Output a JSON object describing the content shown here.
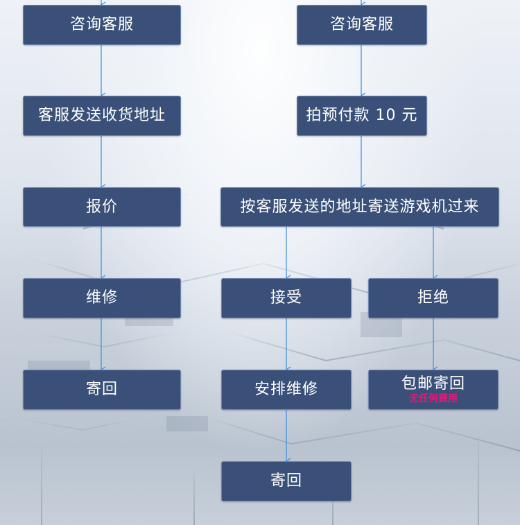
{
  "colors": {
    "node_fill": "#3a5078",
    "node_border": "#6f86ad",
    "arrow": "#3a8ee0",
    "highlight": "#e5197a"
  },
  "flow": {
    "left": {
      "consult": "咨询客服",
      "send_address": "客服发送收货地址",
      "quote": "报价",
      "repair": "维修",
      "return": "寄回"
    },
    "right": {
      "consult": "咨询客服",
      "prepay": "拍预付款 10 元",
      "ship_machine": "按客服发送的地址寄送游戏机过来",
      "accept": "接受",
      "reject": "拒绝",
      "arrange_repair": "安排维修",
      "return_free": "包邮寄回",
      "return_free_note": "无任何费用",
      "return": "寄回"
    }
  }
}
